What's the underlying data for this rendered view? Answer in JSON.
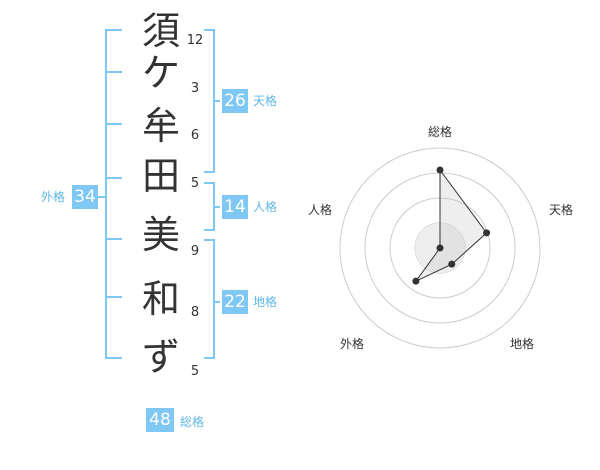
{
  "name": {
    "characters": [
      "須",
      "ケ",
      "牟",
      "田",
      "美",
      "和",
      "ず"
    ],
    "strokes": [
      "12",
      "3",
      "6",
      "5",
      "9",
      "8",
      "5"
    ]
  },
  "grids": {
    "tenkaku": {
      "value": "26",
      "label": "天格"
    },
    "jinkaku": {
      "value": "14",
      "label": "人格"
    },
    "chikaku": {
      "value": "22",
      "label": "地格"
    },
    "gaikaku": {
      "value": "34",
      "label": "外格"
    },
    "soukaku": {
      "value": "48",
      "label": "総格"
    }
  },
  "chart_data": {
    "type": "radar",
    "axes": [
      "総格",
      "天格",
      "地格",
      "外格",
      "人格"
    ],
    "values": [
      0.78,
      0.49,
      0.2,
      0.41,
      0
    ],
    "range": [
      0,
      1
    ],
    "rings": 4,
    "colors": {
      "fill": "#eeeeee",
      "line": "#333333",
      "grid": "#cccccc",
      "accent": "#7ec8f3"
    }
  }
}
